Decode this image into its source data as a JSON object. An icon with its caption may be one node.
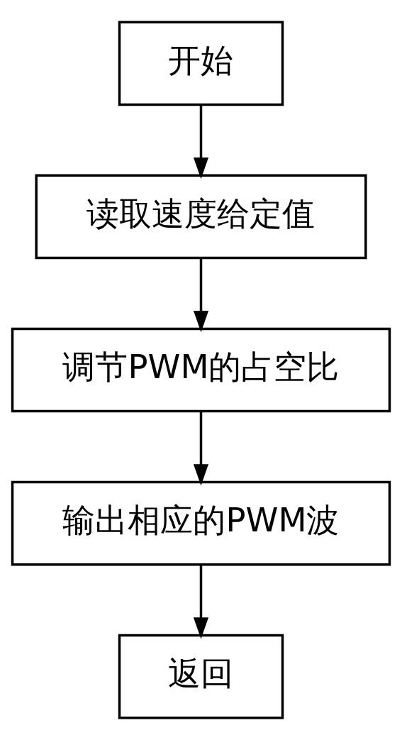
{
  "diagram": {
    "nodes": [
      {
        "text": [
          "开始"
        ]
      },
      {
        "text": [
          "读取速度给定值"
        ]
      },
      {
        "text": [
          "调节PWM的占空比"
        ]
      },
      {
        "text": [
          "输出相应的PWM波"
        ]
      },
      {
        "text": [
          "返回"
        ]
      }
    ],
    "edges": [
      {
        "from": 0,
        "to": 1,
        "arrow": "to"
      },
      {
        "from": 1,
        "to": 2,
        "arrow": "to"
      },
      {
        "from": 2,
        "to": 3,
        "arrow": "to"
      },
      {
        "from": 3,
        "to": 4,
        "arrow": "to"
      }
    ]
  }
}
